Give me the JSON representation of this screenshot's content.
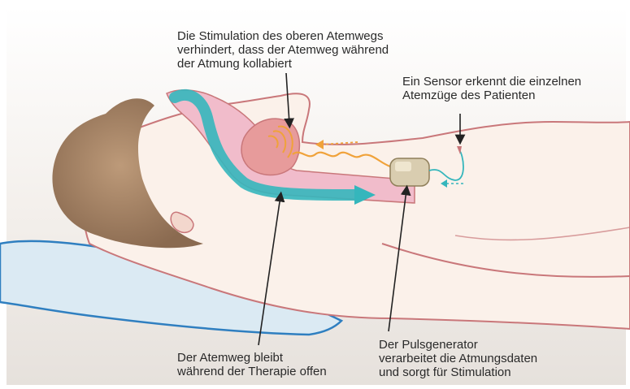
{
  "annotations": {
    "stimulation": {
      "lines": [
        "Die Stimulation des oberen Atemwegs",
        "verhindert, dass der Atemweg während",
        "der Atmung kollabiert"
      ]
    },
    "sensor": {
      "lines": [
        "Ein Sensor erkennt die einzelnen",
        "Atemzüge des Patienten"
      ]
    },
    "airway": {
      "lines": [
        "Der Atemweg bleibt",
        "während der Therapie offen"
      ]
    },
    "generator": {
      "lines": [
        "Der Pulsgenerator",
        "verarbeitet die Atmungsdaten",
        "und sorgt für Stimulation"
      ]
    }
  },
  "colors": {
    "background": "#ffffff",
    "panel": "#ede9e4",
    "skin": "#fbf1ea",
    "outline": "#c9777a",
    "hair": "#a8866a",
    "pillow": "#dbeaf3",
    "pillow_edge": "#2f7fc0",
    "airway": "#f1bccb",
    "airflow": "#35b6bc",
    "signal": "#f0a23a",
    "device": "#d9cdb0",
    "text": "#2a2a2a"
  }
}
